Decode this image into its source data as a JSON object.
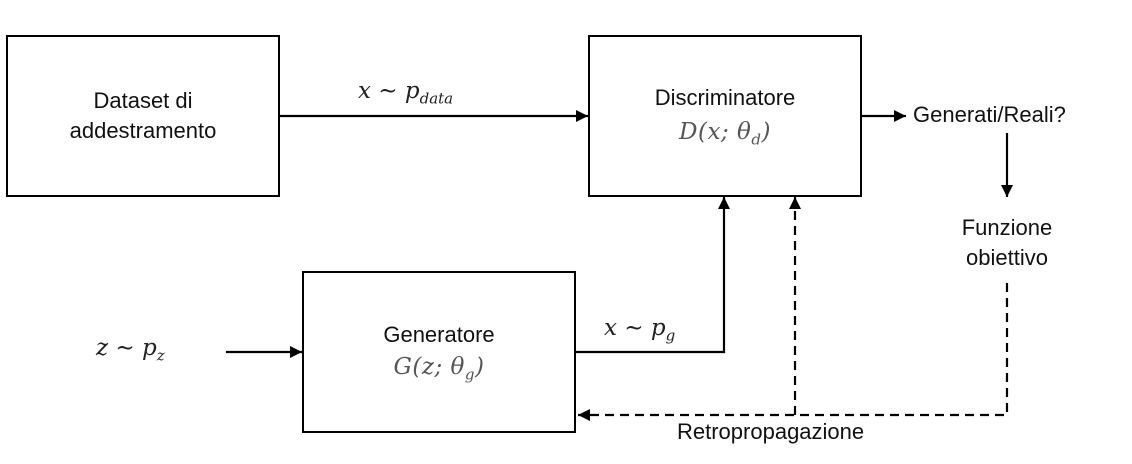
{
  "diagram": {
    "dataset_box": {
      "line1": "Dataset di",
      "line2": "addestramento"
    },
    "discriminator_box": {
      "name": "Discriminatore",
      "formula_fn": "D(x; θ",
      "formula_sub": "d",
      "formula_end": ")"
    },
    "generator_box": {
      "name": "Generatore",
      "formula_fn": "G(z; θ",
      "formula_sub": "g",
      "formula_end": ")"
    },
    "edge_data": {
      "base": "x ∼ p",
      "sub": "data"
    },
    "edge_noise": {
      "base": "z ∼ p",
      "sub": "z"
    },
    "edge_generated": {
      "base": "x ∼ p",
      "sub": "g"
    },
    "output_label": "Generati/Reali?",
    "objective_label": {
      "line1": "Funzione",
      "line2": "obiettivo"
    },
    "backprop_label": "Retropropagazione"
  }
}
